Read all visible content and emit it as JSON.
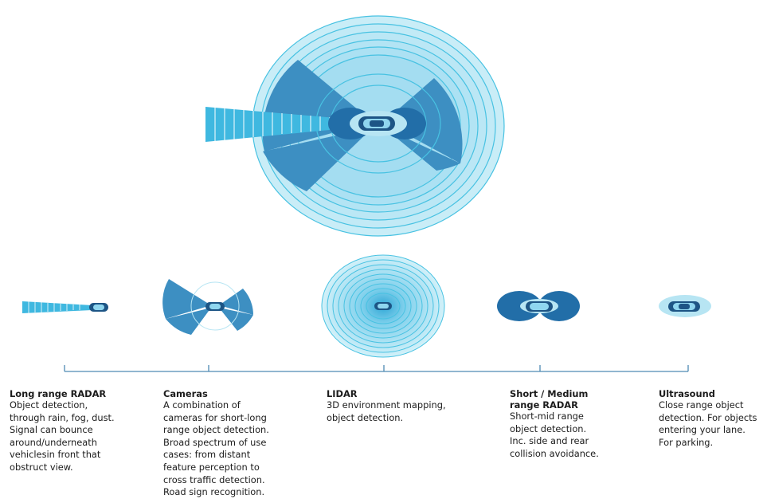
{
  "colors": {
    "light_fill": "#c9edf7",
    "ring_stroke": "#48c2e2",
    "beam_fill": "#3fb8e0",
    "mid_blue": "#3d8fc2",
    "dark_blue": "#226ea8",
    "car_body": "#1d5585",
    "car_cabin": "#8fd6ef",
    "halo": "#b7e5f3",
    "axis": "#4f8ab3",
    "text": "#1c1c1c"
  },
  "sensors": [
    {
      "title": "Long range RADAR",
      "description": "Object detection,\nthrough rain, fog, dust.\nSignal can bounce\naround/underneath\nvehiclesin front that\nobstruct view.",
      "icon": "long-range-radar-icon"
    },
    {
      "title": "Cameras",
      "description": "A combination of\ncameras for short-long\nrange object detection.\nBroad spectrum of use\ncases: from distant\nfeature perception to\ncross traffic detection.\nRoad sign recognition.",
      "icon": "cameras-icon"
    },
    {
      "title": "LIDAR",
      "description": "3D environment mapping,\nobject detection.",
      "icon": "lidar-icon"
    },
    {
      "title": "Short / Medium\nrange RADAR",
      "description": "Short-mid range\nobject detection.\nInc. side and rear\ncollision avoidance.",
      "icon": "short-medium-radar-icon"
    },
    {
      "title": "Ultrasound",
      "description": "Close range object\ndetection. For objects\nentering your lane.\nFor parking.",
      "icon": "ultrasound-icon"
    }
  ]
}
